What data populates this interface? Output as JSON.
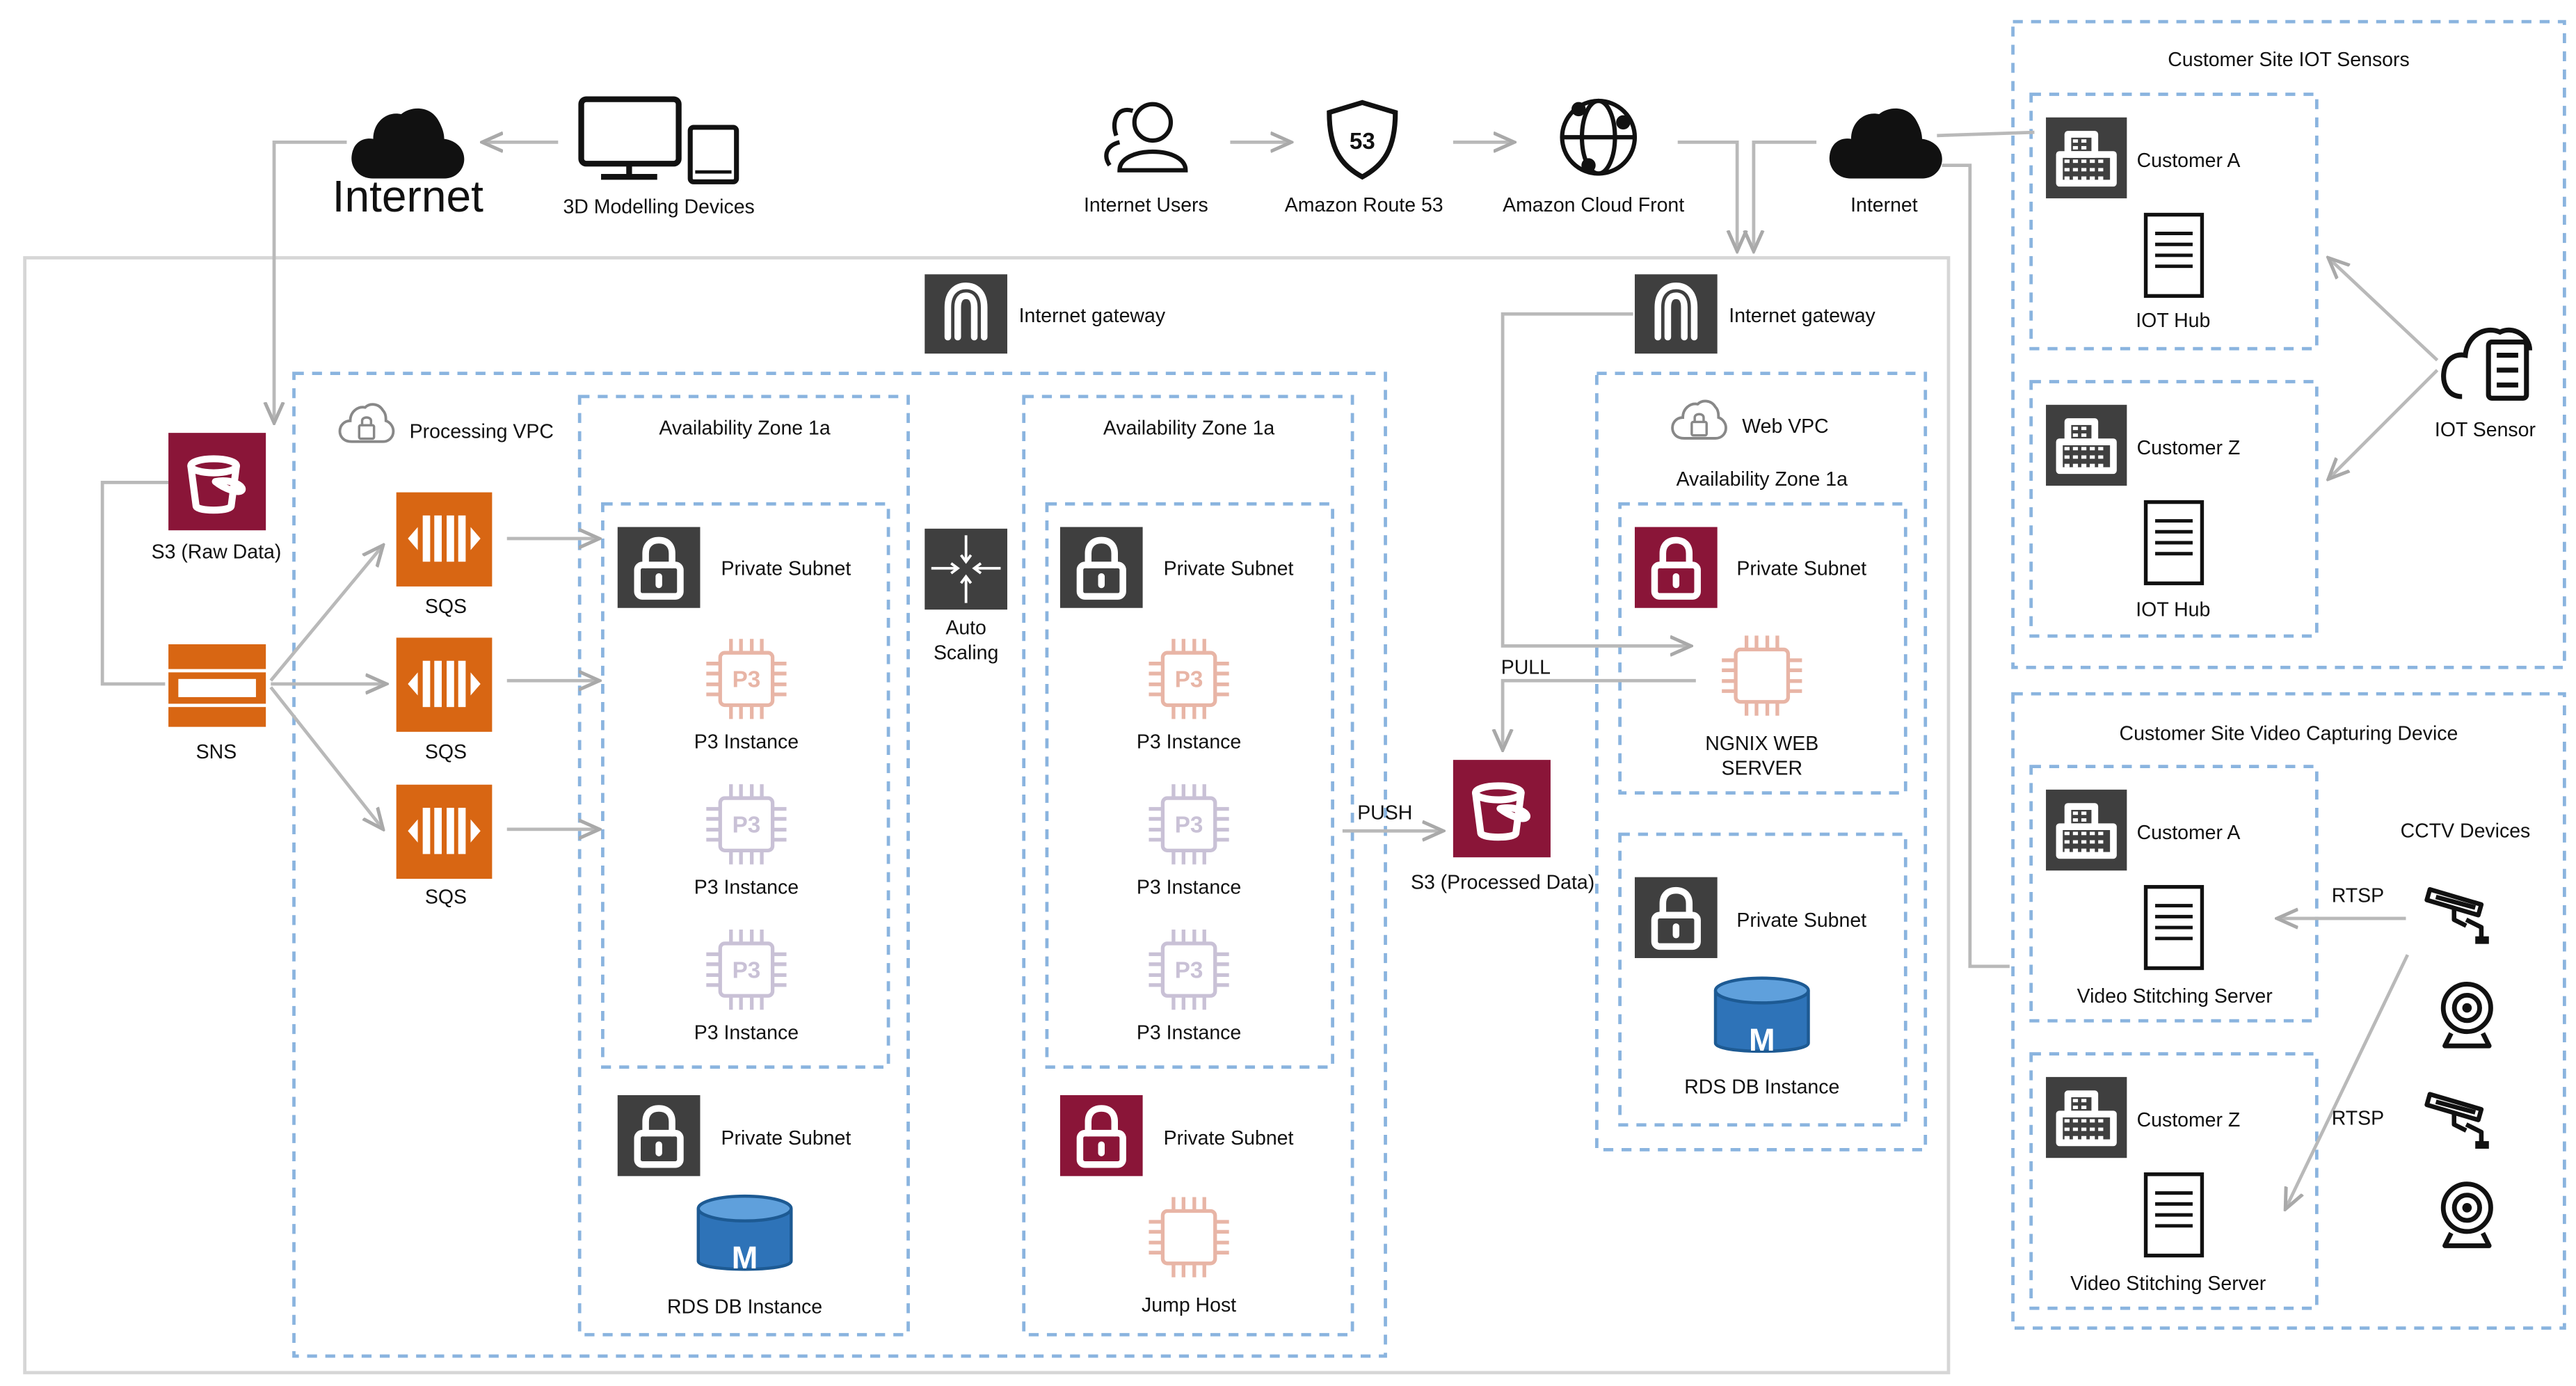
{
  "colors": {
    "tile_dark": "#3f3f3f",
    "tile_red": "#8a1538",
    "tile_orange": "#d86613",
    "rds_blue": "#2e73b8",
    "ec2_faded_red": "#e8b5a6",
    "ec2_faded_purple": "#c9c1d6",
    "dashed_border": "#8ab4df",
    "connector": "#b9b9b9"
  },
  "top": {
    "internet_left": "Internet",
    "modelling_devices": "3D Modelling Devices",
    "internet_users": "Internet Users",
    "route53": "Amazon Route 53",
    "route53_badge": "53",
    "cloudfront": "Amazon Cloud Front",
    "internet_right": "Internet"
  },
  "gateways": {
    "processing": "Internet gateway",
    "web": "Internet gateway"
  },
  "left": {
    "s3_raw": "S3 (Raw Data)",
    "sns": "SNS",
    "sqs": [
      "SQS",
      "SQS",
      "SQS"
    ]
  },
  "processing_vpc": {
    "title": "Processing VPC",
    "auto_scaling": [
      "Auto",
      "Scaling"
    ],
    "zone_left": {
      "title": "Availability Zone 1a",
      "private_subnet_top": "Private Subnet",
      "instances": [
        "P3 Instance",
        "P3 Instance",
        "P3 Instance"
      ],
      "chip_badge": "P3",
      "private_subnet_bottom": "Private Subnet",
      "db": "RDS DB Instance",
      "db_badge": "M"
    },
    "zone_right": {
      "title": "Availability Zone 1a",
      "private_subnet_top": "Private Subnet",
      "instances": [
        "P3 Instance",
        "P3 Instance",
        "P3 Instance"
      ],
      "chip_badge": "P3",
      "private_subnet_bottom": "Private Subnet",
      "jump_host": "Jump Host"
    }
  },
  "middle": {
    "push": "PUSH",
    "pull": "PULL",
    "s3_processed": "S3 (Processed Data)"
  },
  "web_vpc": {
    "title": "Web VPC",
    "zone": "Availability Zone 1a",
    "subnet_web": "Private Subnet",
    "web_server": [
      "NGNIX WEB",
      "SERVER"
    ],
    "subnet_db": "Private Subnet",
    "db": "RDS DB Instance",
    "db_badge": "M"
  },
  "iot": {
    "title": "Customer Site IOT Sensors",
    "customer_a": "Customer A",
    "hub_a": "IOT Hub",
    "customer_z": "Customer Z",
    "hub_z": "IOT Hub",
    "sensor": "IOT Sensor"
  },
  "video": {
    "title": "Customer Site Video Capturing Device",
    "customer_a": "Customer A",
    "server_a": "Video Stitching Server",
    "customer_z": "Customer Z",
    "server_z": "Video Stitching Server",
    "cctv": "CCTV Devices",
    "rtsp_a": "RTSP",
    "rtsp_z": "RTSP"
  }
}
